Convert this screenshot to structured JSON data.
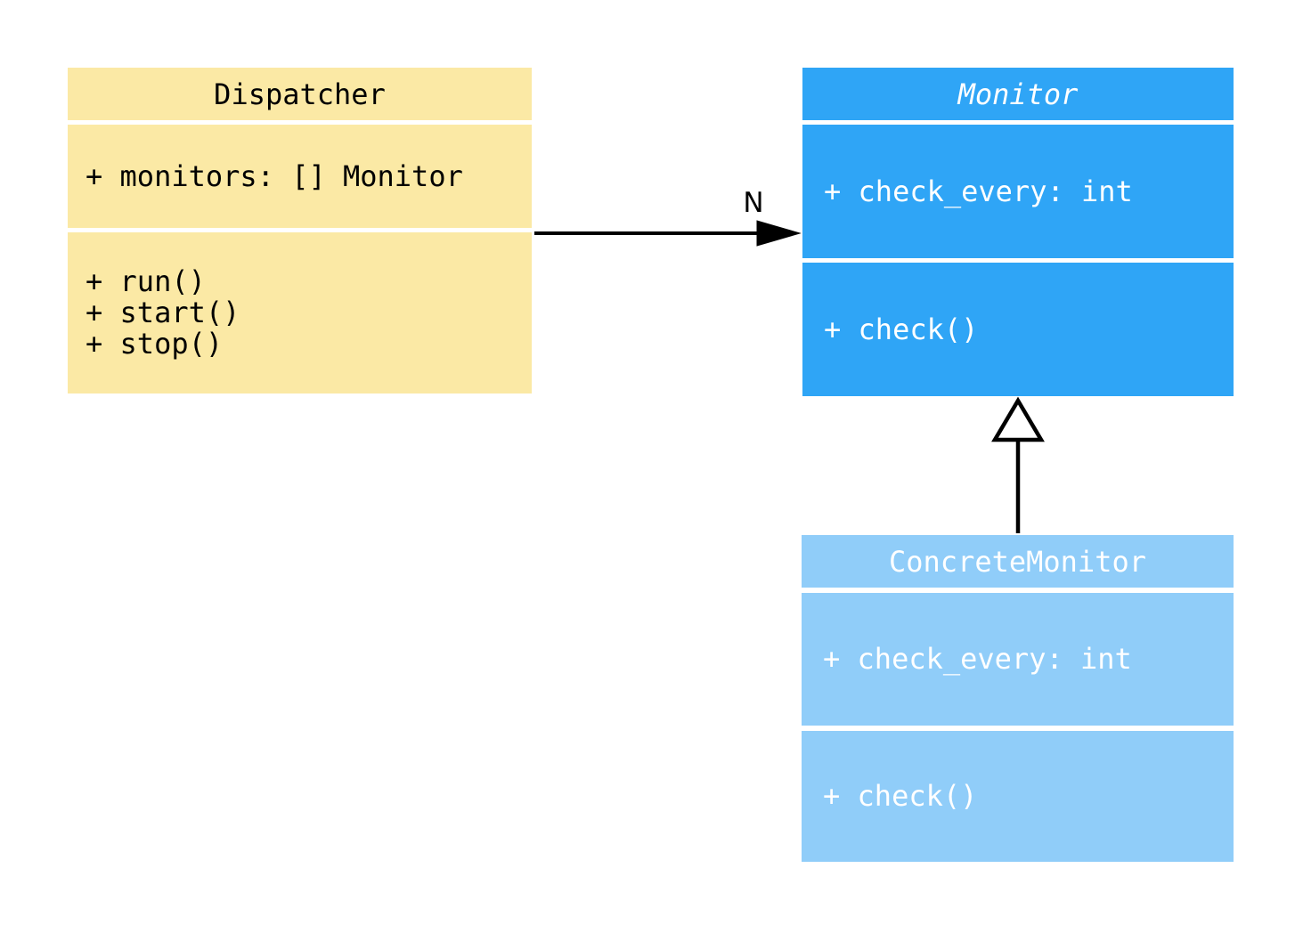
{
  "diagram": {
    "kind": "uml-class-diagram"
  },
  "classes": {
    "dispatcher": {
      "title": "Dispatcher",
      "abstract": false,
      "attributes": [
        "+ monitors: [] Monitor"
      ],
      "methods": [
        "+ run()",
        "+ start()",
        "+ stop()"
      ],
      "fill_color": "#FBE9A5",
      "text_color": "#000000"
    },
    "monitor": {
      "title": "Monitor",
      "abstract": true,
      "attributes": [
        "+ check_every: int"
      ],
      "methods": [
        "+ check()"
      ],
      "fill_color": "#2FA5F6",
      "text_color": "#FFFFFF"
    },
    "concrete_monitor": {
      "title": "ConcreteMonitor",
      "abstract": false,
      "attributes": [
        "+ check_every: int"
      ],
      "methods": [
        "+ check()"
      ],
      "fill_color": "#90CDF9",
      "text_color": "#FFFFFF"
    }
  },
  "relationships": {
    "association": {
      "from": "Dispatcher",
      "to": "Monitor",
      "label": "N",
      "arrow_style": "filled-arrowhead",
      "line_color": "#000000"
    },
    "generalization": {
      "from": "ConcreteMonitor",
      "to": "Monitor",
      "arrow_style": "hollow-triangle",
      "line_color": "#000000"
    }
  }
}
